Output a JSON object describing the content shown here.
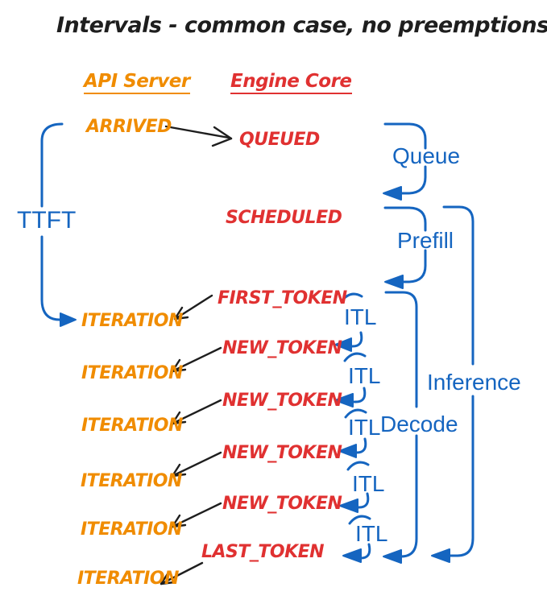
{
  "title": "Intervals - common case, no preemptions",
  "columns": {
    "api_server": "API Server",
    "engine_core": "Engine Core"
  },
  "api_server_events": {
    "arrived": "ARRIVED",
    "iterations": [
      "ITERATION",
      "ITERATION",
      "ITERATION",
      "ITERATION",
      "ITERATION",
      "ITERATION"
    ]
  },
  "engine_core_events": {
    "queued": "QUEUED",
    "scheduled": "SCHEDULED",
    "first_token": "FIRST_TOKEN",
    "new_tokens": [
      "NEW_TOKEN",
      "NEW_TOKEN",
      "NEW_TOKEN",
      "NEW_TOKEN"
    ],
    "last_token": "LAST_TOKEN"
  },
  "interval_labels": {
    "ttft": "TTFT",
    "queue": "Queue",
    "prefill": "Prefill",
    "decode": "Decode",
    "inference": "Inference",
    "itl": [
      "ITL",
      "ITL",
      "ITL",
      "ITL",
      "ITL"
    ]
  },
  "colors": {
    "api_event": "#f08c00",
    "engine_event": "#e03131",
    "interval": "#1565c0",
    "ink": "#1e1e1e",
    "background": "#ffffff"
  }
}
